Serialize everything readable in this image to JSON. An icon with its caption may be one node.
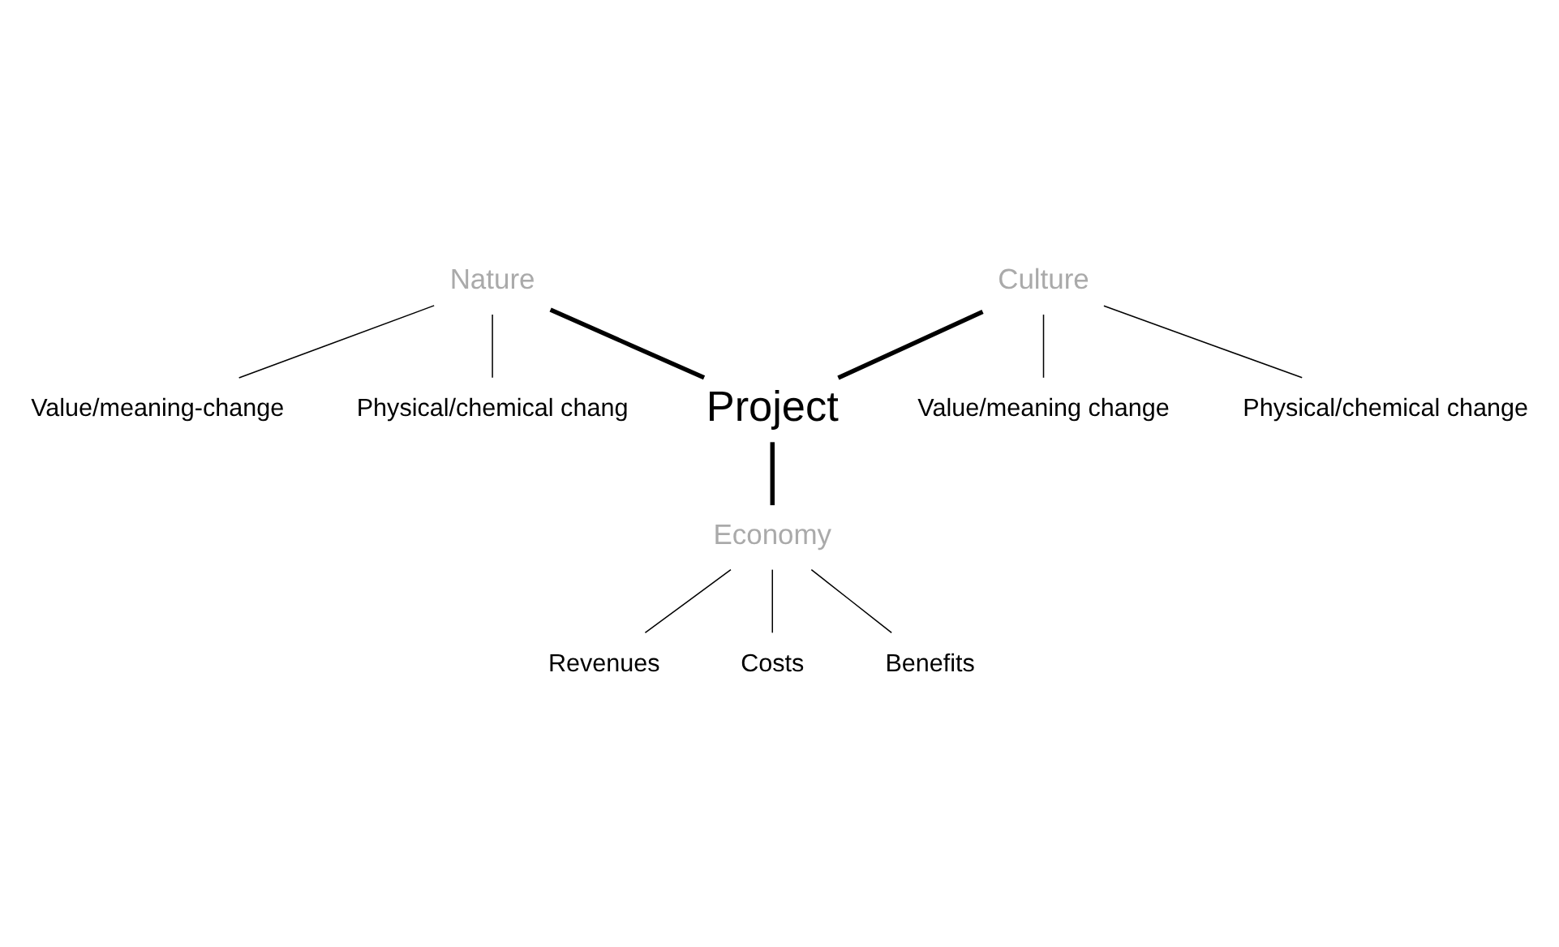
{
  "diagram": {
    "nodes": [
      {
        "text": [
          "Project"
        ]
      },
      {
        "text": [
          "Nature"
        ]
      },
      {
        "text": [
          "Culture"
        ]
      },
      {
        "text": [
          "Economy"
        ]
      },
      {
        "text": [
          "Value/meaning-change"
        ]
      },
      {
        "text": [
          "Physical/chemical chang"
        ]
      },
      {
        "text": [
          "Value/meaning change"
        ]
      },
      {
        "text": [
          "Physical/chemical change"
        ]
      },
      {
        "text": [
          "Revenues"
        ]
      },
      {
        "text": [
          "Costs"
        ]
      },
      {
        "text": [
          "Benefits"
        ]
      }
    ],
    "edges": [
      {
        "from": 1,
        "to": 0,
        "arrow": "none",
        "style": "thick"
      },
      {
        "from": 2,
        "to": 0,
        "arrow": "none",
        "style": "thick"
      },
      {
        "from": 0,
        "to": 3,
        "arrow": "none",
        "style": "thick"
      },
      {
        "from": 1,
        "to": 4,
        "arrow": "none"
      },
      {
        "from": 1,
        "to": 5,
        "arrow": "none"
      },
      {
        "from": 2,
        "to": 6,
        "arrow": "none"
      },
      {
        "from": 2,
        "to": 7,
        "arrow": "none"
      },
      {
        "from": 3,
        "to": 8,
        "arrow": "none"
      },
      {
        "from": 3,
        "to": 9,
        "arrow": "none"
      },
      {
        "from": 3,
        "to": 10,
        "arrow": "none"
      }
    ]
  }
}
